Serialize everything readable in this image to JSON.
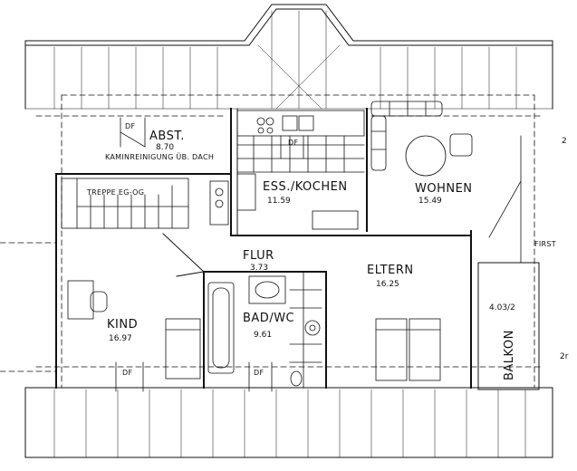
{
  "rooms": {
    "abst": {
      "name": "ABST.",
      "area": "8.70",
      "note": "KAMINREINIGUNG ÜB. DACH"
    },
    "ess": {
      "name": "ESS./KOCHEN",
      "area": "11.59"
    },
    "wohnen": {
      "name": "WOHNEN",
      "area": "15.49"
    },
    "flur": {
      "name": "FLUR",
      "area": "3.73"
    },
    "eltern": {
      "name": "ELTERN",
      "area": "16.25"
    },
    "kind": {
      "name": "KIND",
      "area": "16.97"
    },
    "bad": {
      "name": "BAD/WC",
      "area": "9.61"
    },
    "balkon": {
      "name": "BALKON",
      "area": "4.03/2"
    }
  },
  "annotations": {
    "treppe": "TREPPE EG-OG",
    "first": "FIRST",
    "df_labels": [
      "DF",
      "DF",
      "DF",
      "DF"
    ],
    "edge_right_1": "2",
    "edge_right_2": "2r"
  },
  "colors": {
    "ink": "#111111",
    "paper": "#ffffff"
  }
}
